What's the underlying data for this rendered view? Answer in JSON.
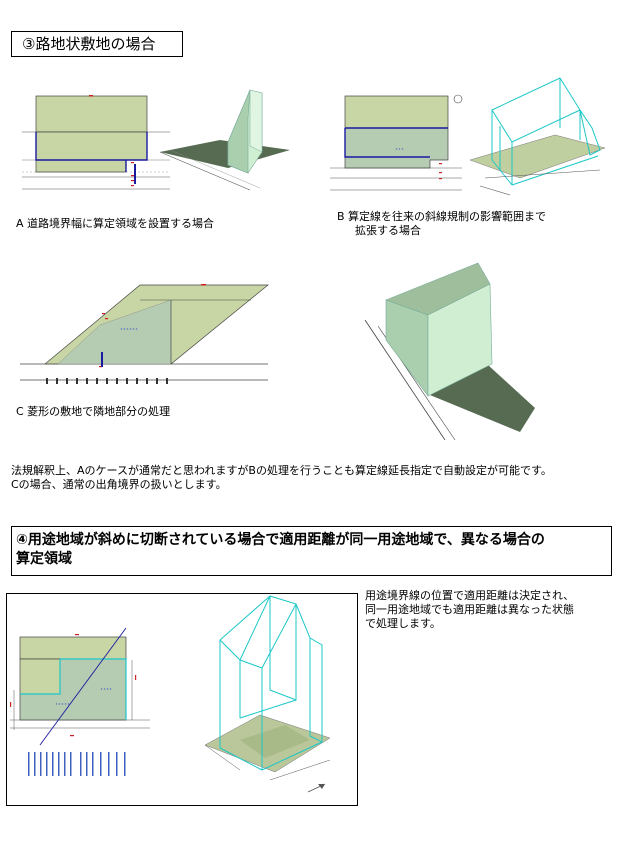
{
  "section3": {
    "title": "③路地状敷地の場合",
    "caption_a": "A  道路境界幅に算定領域を設置する場合",
    "caption_b_line1": "B  算定線を往来の斜線規制の影響範囲まで",
    "caption_b_line2": "拡張する場合",
    "caption_c": "C  菱形の敷地で隣地部分の処理",
    "note_line1": "法規解釈上、Aのケースが通常だと思われますがBの処理を行うことも算定線延長指定で自動設定が可能です。",
    "note_line2": "Cの場合、通常の出角境界の扱いとします。"
  },
  "section4": {
    "title_line1": "④用途地域が斜めに切断されている場合で適用距離が同一用途地域で、異なる場合の",
    "title_line2": "算定領域",
    "desc_line1": "用途境界線の位置で適用距離は決定され、",
    "desc_line2": "同一用途地域でも適用距離は異なった状態",
    "desc_line3": "で処理します。"
  },
  "colors": {
    "site_green": "#c7d6a4",
    "site_border": "#3a3a3a",
    "boundary_blue": "#1a1aa0",
    "volume_cyan": "#1cc7c7",
    "mass_green": "#a9cfae",
    "mass_light": "#cfeed2",
    "shadow": "#566b52"
  }
}
